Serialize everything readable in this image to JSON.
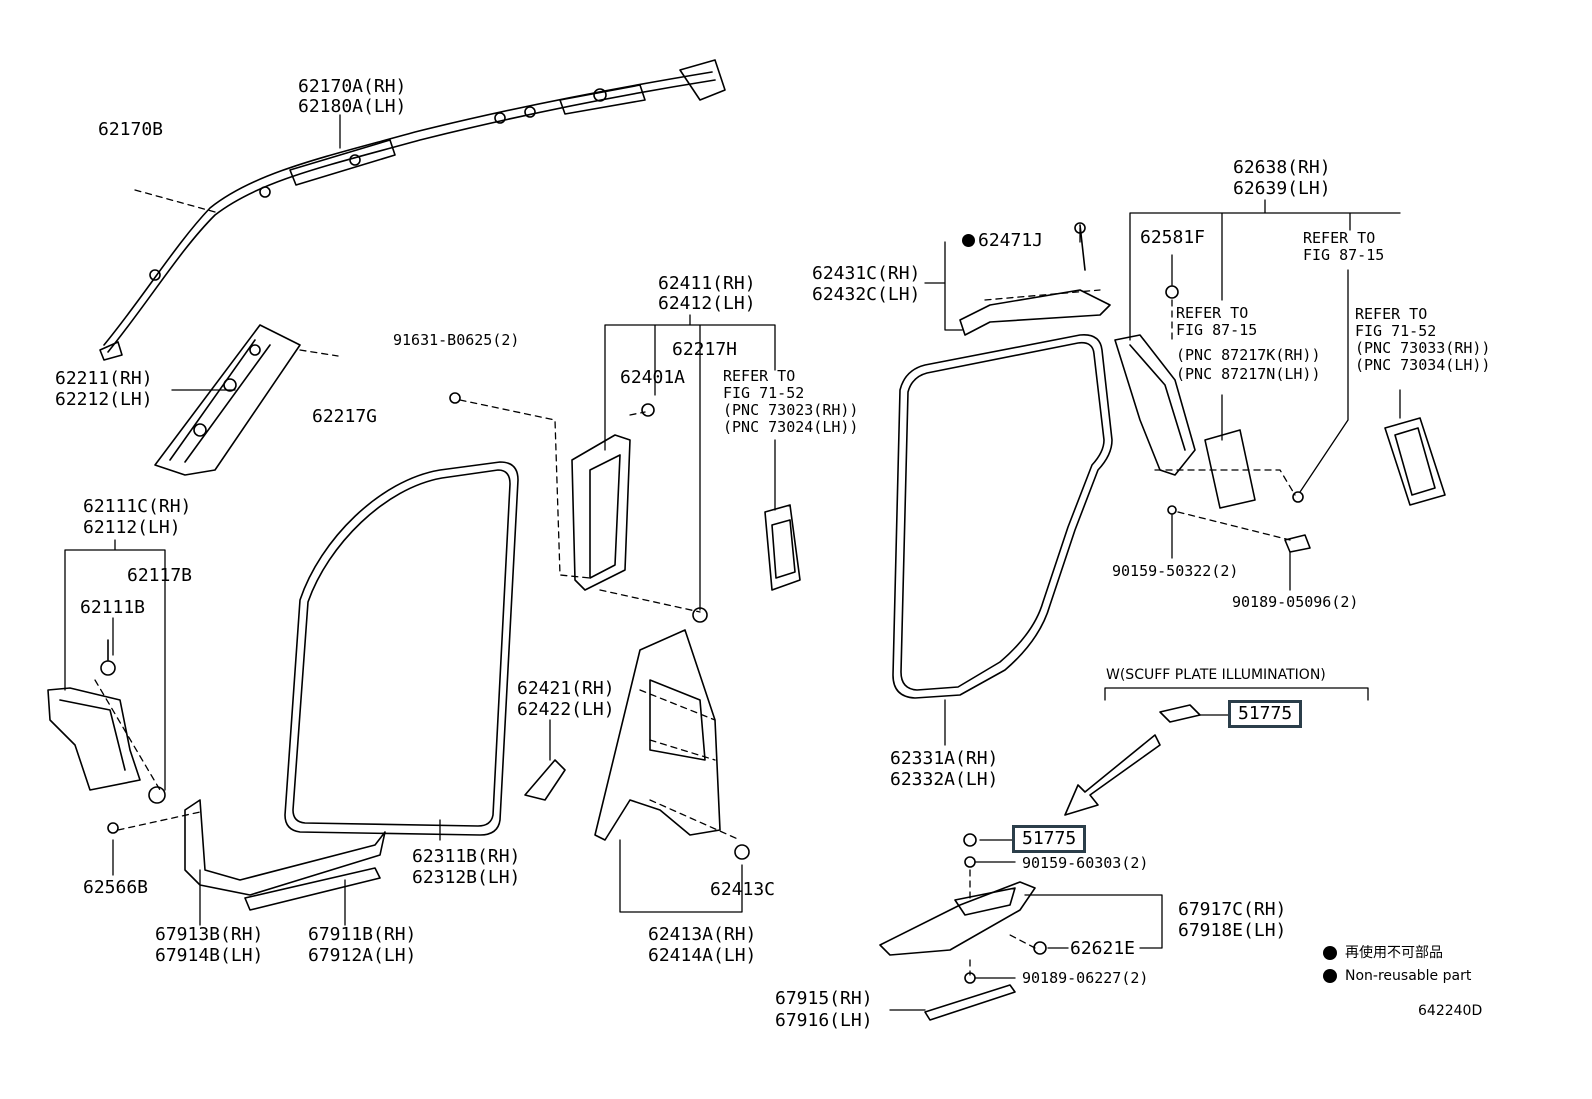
{
  "labels": {
    "p62170A": "62170A(RH)",
    "p62180A": "62180A(LH)",
    "p62170B": "62170B",
    "p62211": "62211(RH)",
    "p62212": "62212(LH)",
    "p62217G": "62217G",
    "p91631": "91631-B0625(2)",
    "p62411": "62411(RH)",
    "p62412": "62412(LH)",
    "p62217H": "62217H",
    "p62401A": "62401A",
    "ref7152a_1": "REFER TO",
    "ref7152a_2": "FIG 71-52",
    "ref7152a_3": "(PNC 73023(RH))",
    "ref7152a_4": "(PNC 73024(LH))",
    "p62431C": "62431C(RH)",
    "p62432C": "62432C(LH)",
    "p62471J": "62471J",
    "p62638": "62638(RH)",
    "p62639": "62639(LH)",
    "p62581F": "62581F",
    "ref8715a_1": "REFER TO",
    "ref8715a_2": "FIG 87-15",
    "ref8715b_1": "REFER TO",
    "ref8715b_2": "FIG 87-15",
    "ref8715b_3": "(PNC 87217K(RH))",
    "ref8715b_4": "(PNC 87217N(LH))",
    "ref7152b_1": "REFER TO",
    "ref7152b_2": "FIG 71-52",
    "ref7152b_3": "(PNC 73033(RH))",
    "ref7152b_4": "(PNC 73034(LH))",
    "p62111C": "62111C(RH)",
    "p62112": "62112(LH)",
    "p62117B": "62117B",
    "p62111B": "62111B",
    "p62566B": "62566B",
    "p62311B": "62311B(RH)",
    "p62312B": "62312B(LH)",
    "p67913B": "67913B(RH)",
    "p67914B": "67914B(LH)",
    "p67911B": "67911B(RH)",
    "p67912A": "67912A(LH)",
    "p62421": "62421(RH)",
    "p62422": "62422(LH)",
    "p62413C": "62413C",
    "p62413A": "62413A(RH)",
    "p62414A": "62414A(LH)",
    "p62331A": "62331A(RH)",
    "p62332A": "62332A(LH)",
    "p90159_50322": "90159-50322(2)",
    "p90189_05096": "90189-05096(2)",
    "scuff_title": "W(SCUFF PLATE ILLUMINATION)",
    "p51775_top": "51775",
    "p51775_mid": "51775",
    "p90159_60303": "90159-60303(2)",
    "p67917C": "67917C(RH)",
    "p67918E": "67918E(LH)",
    "p62621E": "62621E",
    "p90189_06227": "90189-06227(2)",
    "p67915": "67915(RH)",
    "p67916": "67916(LH)",
    "legend_jp": "再使用不可部品",
    "legend_en": "Non-reusable part",
    "diagram_id": "642240D"
  }
}
